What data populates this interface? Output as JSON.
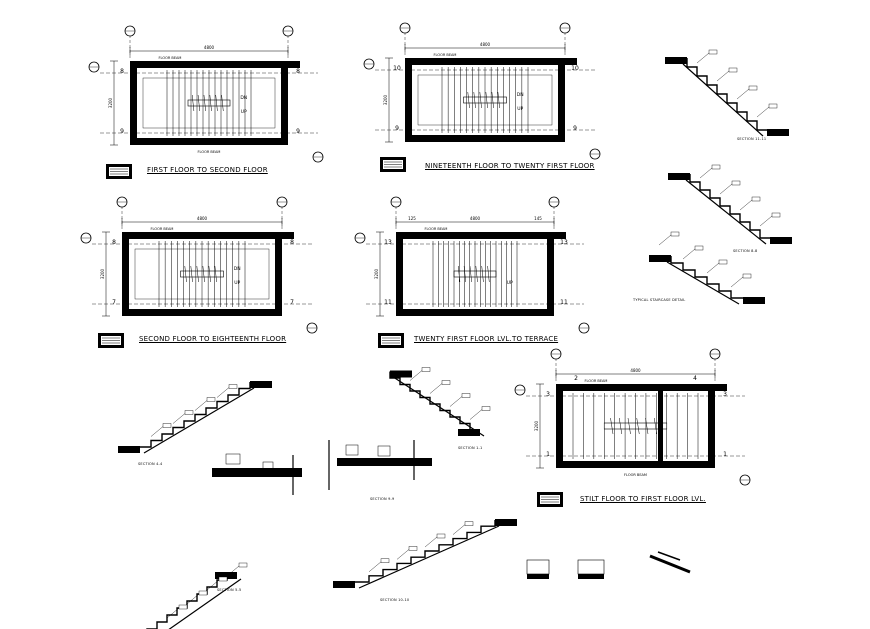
{
  "plans": [
    {
      "title": "FIRST FLOOR TO SECOND FLOOR",
      "beam_top": "FLOOR BEAM",
      "beam_bottom": "FLOOR BEAM",
      "level_top": "8",
      "level_bottom": "9",
      "dim_width": "4800",
      "dim_height": "3200",
      "dn": "DN",
      "up": "UP"
    },
    {
      "title": "NINETEENTH  FLOOR TO TWENTY FIRST FLOOR",
      "beam_top": "FLOOR BEAM",
      "level_top": "10",
      "level_bottom": "9",
      "dim_width": "4800",
      "dim_height": "3200",
      "dn": "DN",
      "up": "UP"
    },
    {
      "title": "SECOND FLOOR TO EIGHTEENTH FLOOR",
      "beam_top": "FLOOR BEAM",
      "level_top": "8",
      "level_bottom": "7",
      "dim_width": "4800",
      "dim_height": "3200",
      "dn": "DN",
      "up": "UP"
    },
    {
      "title": "TWENTY FIRST FLOOR LVL.TO TERRACE",
      "beam_top": "FLOOR BEAM",
      "level_top": "13",
      "level_bottom": "11",
      "dim_width": "4800",
      "dim_height": "3200",
      "dim_left": "125",
      "dim_right": "145",
      "up": "UP"
    },
    {
      "title": "STILT FLOOR TO FIRST FLOOR LVL.",
      "beam_top": "FLOOR BEAM",
      "beam_bottom": "FLOOR BEAM",
      "level_top": "3",
      "level_bottom": "1",
      "grid_top": "2",
      "grid_right": "4",
      "dim_width": "4800",
      "dim_height": "3200"
    }
  ],
  "sections": [
    {
      "title": "SECTION 11-11"
    },
    {
      "title": "SECTION 8-8"
    },
    {
      "title": "TYPICAL STAIRCASE DETAIL"
    },
    {
      "title": "SECTION 1-1"
    },
    {
      "title": "SECTION 4-4"
    },
    {
      "title": "SECTION 5-5"
    },
    {
      "title": "SECTION 9-9"
    },
    {
      "title": "SECTION 10-10"
    }
  ],
  "colors": {
    "ink": "#000000",
    "paper": "#ffffff"
  }
}
